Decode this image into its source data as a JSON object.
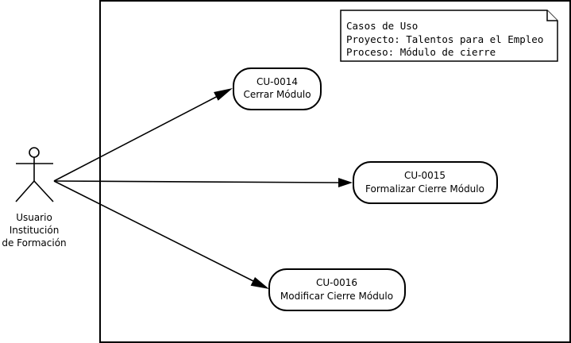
{
  "note": {
    "lines": [
      "Casos de Uso",
      "Proyecto: Talentos para el Empleo",
      "Proceso: Módulo de cierre"
    ]
  },
  "actor": {
    "label_lines": [
      "Usuario",
      "Institución",
      "de Formación"
    ]
  },
  "use_cases": [
    {
      "id": "CU-0014",
      "name": "Cerrar Módulo"
    },
    {
      "id": "CU-0015",
      "name": "Formalizar Cierre Módulo"
    },
    {
      "id": "CU-0016",
      "name": "Modificar Cierre Módulo"
    }
  ]
}
